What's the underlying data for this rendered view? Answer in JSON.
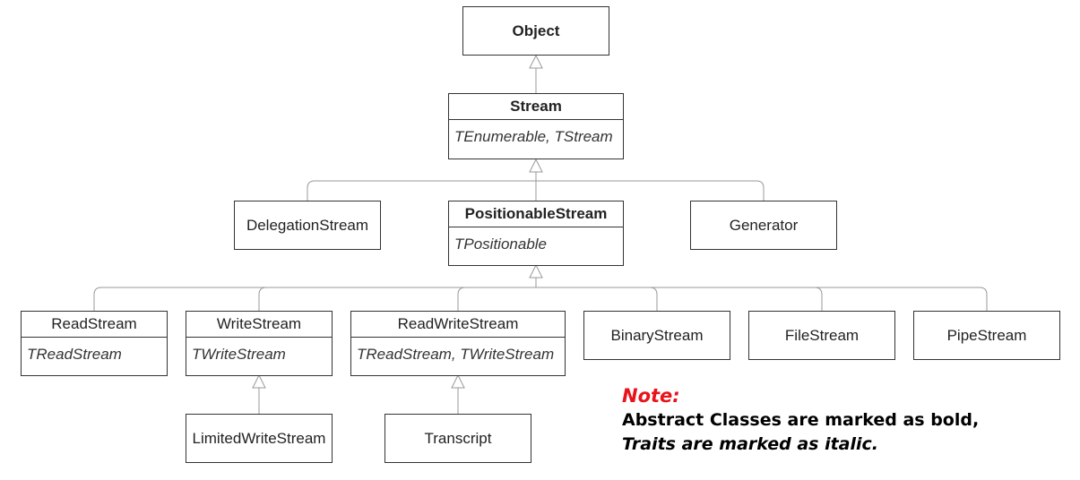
{
  "classes": {
    "object": {
      "name": "Object"
    },
    "stream": {
      "name": "Stream",
      "traits": "TEnumerable, TStream"
    },
    "delegation_stream": {
      "name": "DelegationStream"
    },
    "positionable_stream": {
      "name": "PositionableStream",
      "traits": "TPositionable"
    },
    "generator": {
      "name": "Generator"
    },
    "read_stream": {
      "name": "ReadStream",
      "traits": "TReadStream"
    },
    "write_stream": {
      "name": "WriteStream",
      "traits": "TWriteStream"
    },
    "read_write_stream": {
      "name": "ReadWriteStream",
      "traits": "TReadStream, TWriteStream"
    },
    "binary_stream": {
      "name": "BinaryStream"
    },
    "file_stream": {
      "name": "FileStream"
    },
    "pipe_stream": {
      "name": "PipeStream"
    },
    "limited_write_stream": {
      "name": "LimitedWriteStream"
    },
    "transcript": {
      "name": "Transcript"
    }
  },
  "note": {
    "title": "Note:",
    "line1": "Abstract Classes are marked as bold,",
    "line2": "Traits are marked as italic."
  },
  "colors": {
    "line": "#999999",
    "border": "#333333",
    "note_title": "#e8131b"
  }
}
